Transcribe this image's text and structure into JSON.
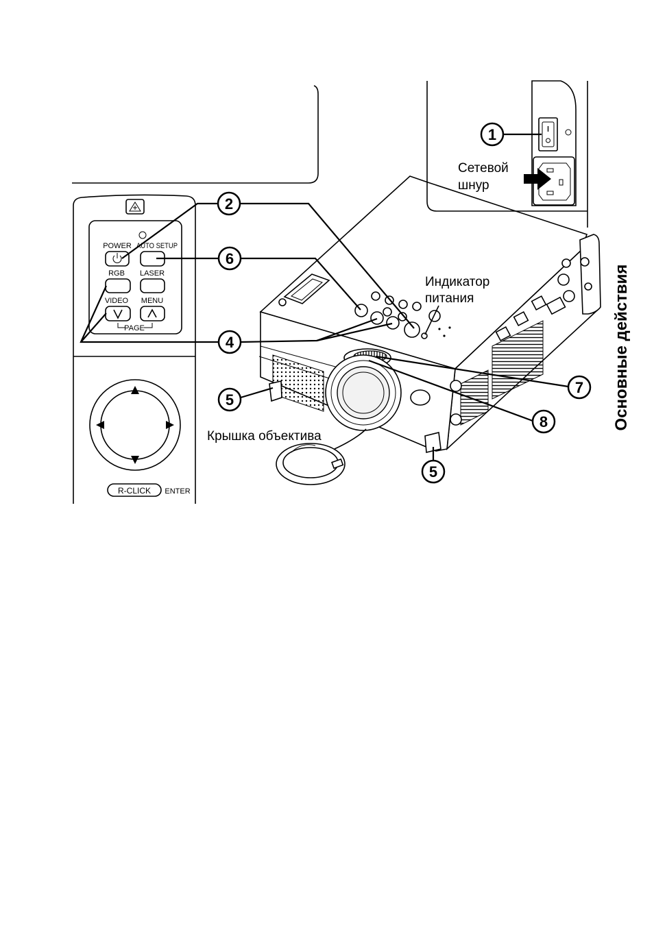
{
  "page": {
    "section_title": "Основные действия"
  },
  "remote": {
    "power_label": "POWER",
    "auto_setup_label": "AUTO SETUP",
    "rgb_label": "RGB",
    "laser_label": "LASER",
    "video_label": "VIDEO",
    "menu_label": "MENU",
    "page_label": "PAGE",
    "r_click_label": "R-CLICK",
    "enter_label": "ENTER",
    "icons": {
      "laser": "laser-warning-icon",
      "power": "power-icon",
      "page_down": "chevron-down-icon",
      "page_up": "chevron-up-icon",
      "dpad": "four-way-arrows-icon"
    }
  },
  "power_inlet": {
    "cord_label_line1": "Сетевой",
    "cord_label_line2": "шнур"
  },
  "projector": {
    "indicator_label_line1": "Индикатор",
    "indicator_label_line2": "питания",
    "lens_cap_label": "Крышка объектива"
  },
  "callouts": {
    "c1": "1",
    "c2": "2",
    "c4": "4",
    "c5a": "5",
    "c5b": "5",
    "c6": "6",
    "c7": "7",
    "c8": "8"
  }
}
